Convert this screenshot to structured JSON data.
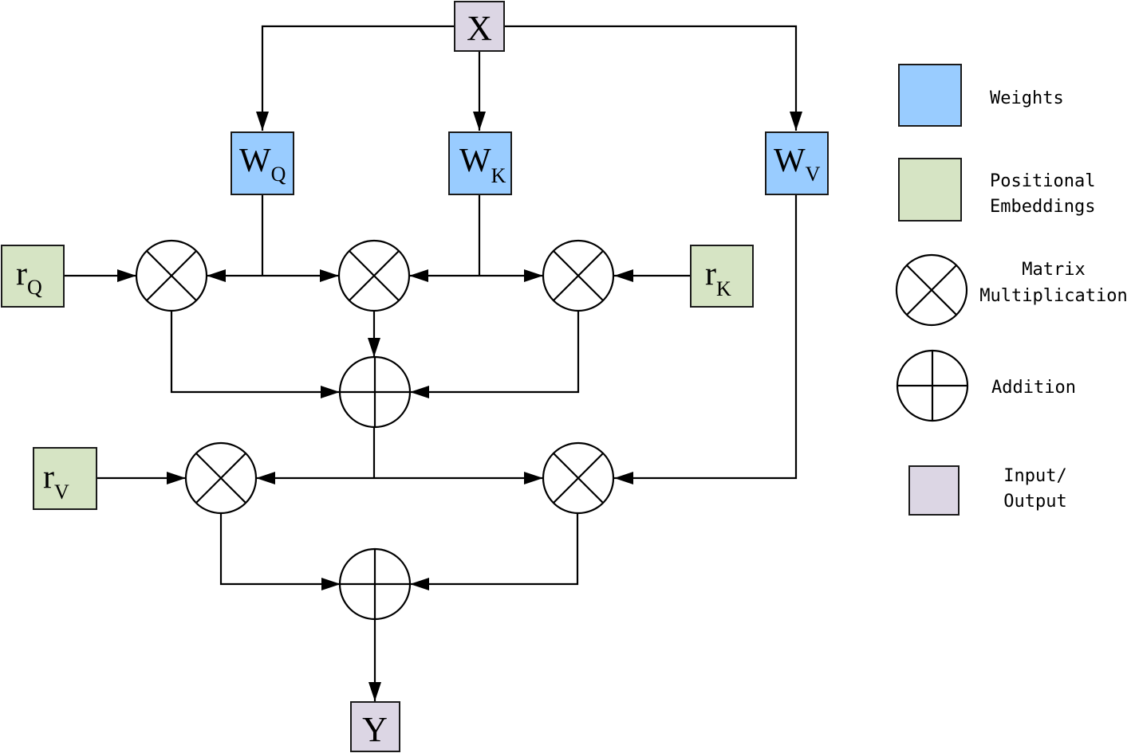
{
  "colors": {
    "weights": "#99ccff",
    "embeddings": "#d6e4c4",
    "io": "#dcd6e4",
    "line": "#000000"
  },
  "nodes": {
    "x": {
      "text": "X"
    },
    "y": {
      "text": "Y"
    },
    "wq": {
      "main": "W",
      "sub": "Q"
    },
    "wk": {
      "main": "W",
      "sub": "K"
    },
    "wv": {
      "main": "W",
      "sub": "V"
    },
    "rq": {
      "main": "r",
      "sub": "Q"
    },
    "rk": {
      "main": "r",
      "sub": "K"
    },
    "rv": {
      "main": "r",
      "sub": "V"
    }
  },
  "legend": {
    "weights": "Weights",
    "embeddings_1": "Positional",
    "embeddings_2": "Embeddings",
    "matmul_1": "Matrix",
    "matmul_2": "Multiplication",
    "addition": "Addition",
    "io_1": "Input/",
    "io_2": "Output"
  },
  "icons": [
    "multiply-icon",
    "add-icon"
  ]
}
